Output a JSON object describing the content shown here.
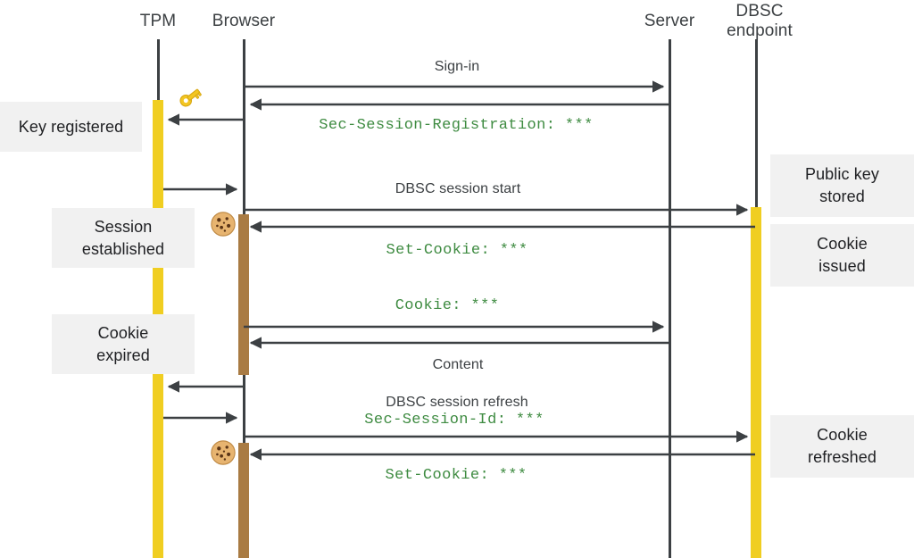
{
  "diagram": {
    "title": "DBSC (Device Bound Session Credentials) sequence diagram",
    "type": "sequence-diagram",
    "colors": {
      "background": "#ffffff",
      "lifeline": "#3c4043",
      "activation_tpm": "#F0CE21",
      "activation_browser": "#A97B43",
      "note_background": "#F1F1F1",
      "header_text": "#3c4043",
      "code_text": "#3E8B41",
      "note_text": "#202124"
    }
  },
  "actors": [
    {
      "id": "tpm",
      "label": "TPM"
    },
    {
      "id": "browser",
      "label": "Browser"
    },
    {
      "id": "server",
      "label": "Server"
    },
    {
      "id": "dbsc",
      "label": "DBSC\nendpoint",
      "line1": "DBSC",
      "line2": "endpoint"
    }
  ],
  "notes_left": [
    {
      "id": "key-registered",
      "text": "Key registered"
    },
    {
      "id": "session-established",
      "line1": "Session",
      "line2": "established"
    },
    {
      "id": "cookie-expired",
      "line1": "Cookie",
      "line2": "expired"
    }
  ],
  "notes_right": [
    {
      "id": "public-key-stored",
      "line1": "Public key",
      "line2": "stored"
    },
    {
      "id": "cookie-issued",
      "line1": "Cookie",
      "line2": "issued"
    },
    {
      "id": "cookie-refreshed",
      "line1": "Cookie",
      "line2": "refreshed"
    }
  ],
  "messages": [
    {
      "id": "sign-in",
      "label": "Sign-in",
      "style": "plain",
      "from": "browser",
      "to": "server"
    },
    {
      "id": "sec-session-registration",
      "label": "Sec-Session-Registration: ***",
      "style": "code",
      "from": "server",
      "to": "browser"
    },
    {
      "id": "dbsc-session-start",
      "label": "DBSC session start",
      "style": "plain",
      "from": "browser",
      "to": "dbsc"
    },
    {
      "id": "set-cookie-1",
      "label": "Set-Cookie: ***",
      "style": "code",
      "from": "dbsc",
      "to": "browser"
    },
    {
      "id": "cookie-send",
      "label": "Cookie: ***",
      "style": "code",
      "from": "browser",
      "to": "server"
    },
    {
      "id": "content",
      "label": "Content",
      "style": "plain",
      "from": "server",
      "to": "browser"
    },
    {
      "id": "dbsc-session-refresh",
      "label": "DBSC session refresh",
      "style": "plain",
      "from": "browser",
      "to": "dbsc"
    },
    {
      "id": "sec-session-id",
      "label": "Sec-Session-Id: ***",
      "style": "code",
      "from": "browser",
      "to": "dbsc"
    },
    {
      "id": "set-cookie-2",
      "label": "Set-Cookie: ***",
      "style": "code",
      "from": "dbsc",
      "to": "browser"
    }
  ],
  "icons": [
    {
      "id": "key-icon",
      "name": "key-emoji",
      "meaning": "private key generated in TPM"
    },
    {
      "id": "cookie-icon-1",
      "name": "cookie-emoji",
      "meaning": "cookie stored by browser"
    },
    {
      "id": "cookie-icon-2",
      "name": "cookie-emoji",
      "meaning": "cookie refreshed in browser"
    }
  ]
}
